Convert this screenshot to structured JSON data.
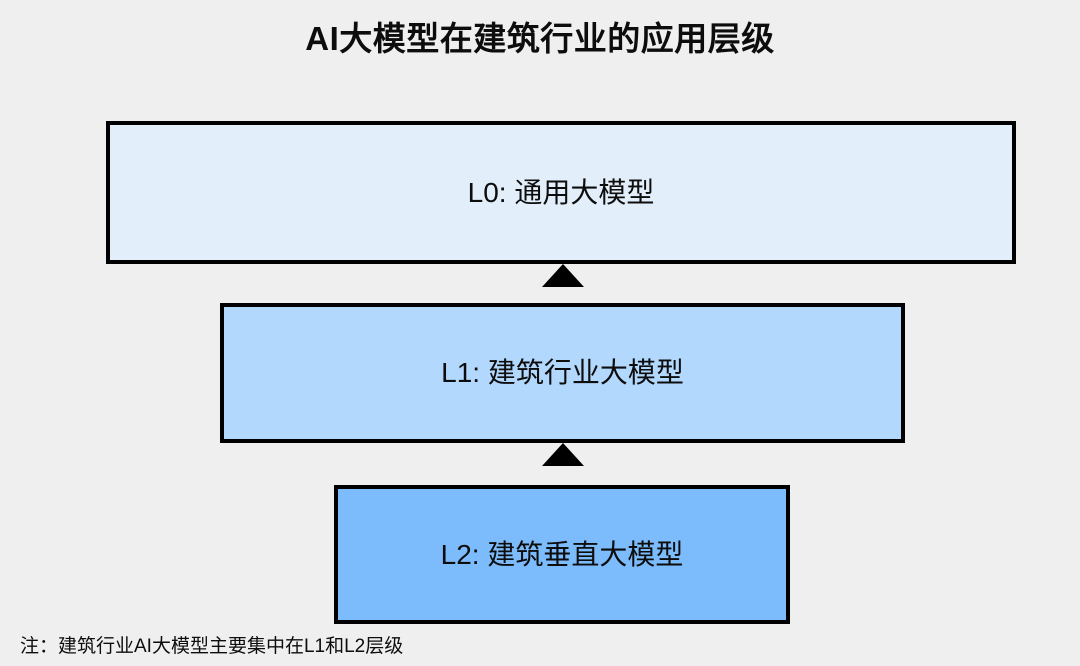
{
  "diagram": {
    "title": "AI大模型在建筑行业的应用层级",
    "background_color": "#efefef",
    "border_color": "#000000",
    "layers": [
      {
        "id": "L0",
        "label": "L0: 通用大模型",
        "fill_color": "#e2effb"
      },
      {
        "id": "L1",
        "label": "L1: 建筑行业大模型",
        "fill_color": "#b2d8fd"
      },
      {
        "id": "L2",
        "label": "L2: 建筑垂直大模型",
        "fill_color": "#7cbcfc"
      }
    ],
    "connectors": [
      {
        "id": "arrow-l1-to-l0",
        "icon": "arrow-up-icon",
        "from": "L1",
        "to": "L0"
      },
      {
        "id": "arrow-l2-to-l1",
        "icon": "arrow-up-icon",
        "from": "L2",
        "to": "L1"
      }
    ],
    "footnote": "注：建筑行业AI大模型主要集中在L1和L2层级"
  }
}
